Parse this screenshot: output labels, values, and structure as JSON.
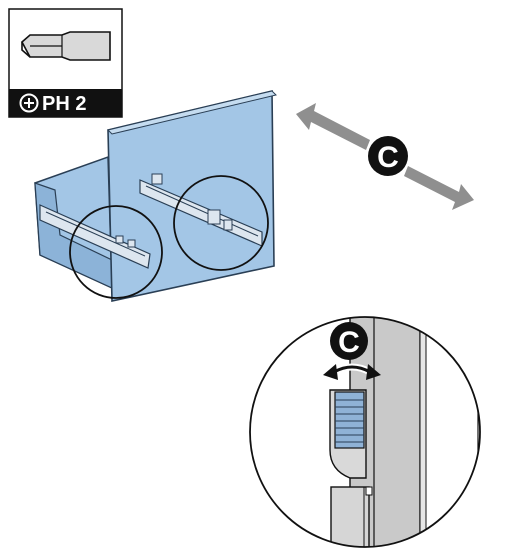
{
  "tool": {
    "label": "PH 2",
    "bit_type": "phillips-screwdriver-icon",
    "plus_symbol": "⊕"
  },
  "steps": {
    "main_marker": "C",
    "detail_marker": "C"
  },
  "colors": {
    "panel_blue": "#a3c6e6",
    "panel_edge": "#2a3f55",
    "arrow_gray": "#8f8f8f",
    "badge_black": "#111111",
    "detail_gray": "#c9c9c9",
    "wheel_blue": "#8fb2d6"
  }
}
